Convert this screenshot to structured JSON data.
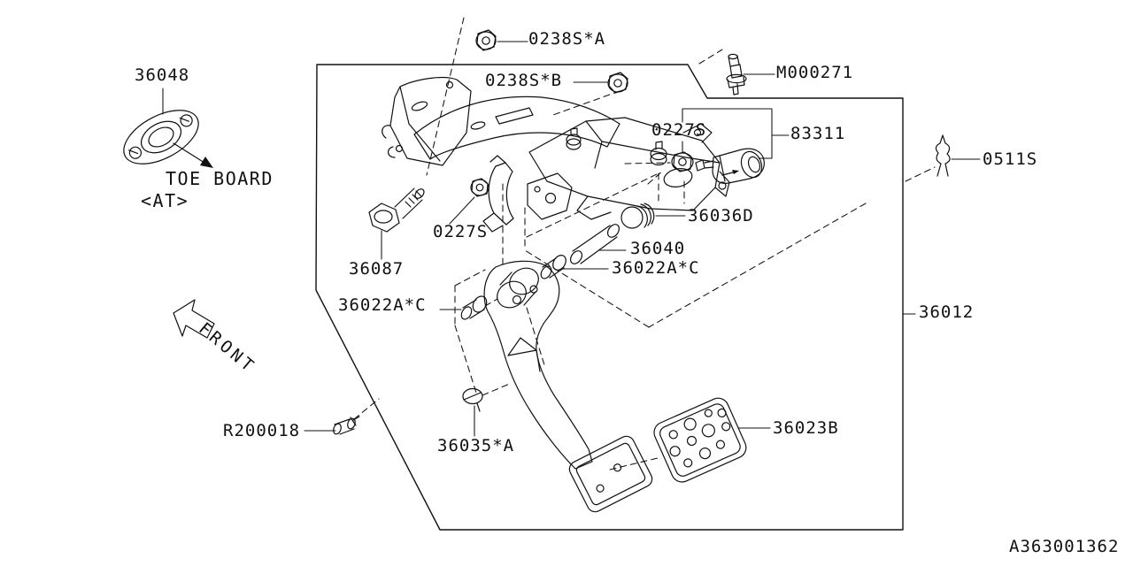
{
  "diagram": {
    "type": "exploded-parts-diagram",
    "subject": "brake pedal system",
    "drawing_code": "A363001362",
    "colors": {
      "line": "#111111",
      "background": "#ffffff"
    },
    "labels": {
      "nut_0238s_a": "0238S*A",
      "nut_0238s_b": "0238S*B",
      "bolt_m000271": "M000271",
      "nut_0227s_right": "0227S",
      "switch_83311": "83311",
      "clip_0511s": "0511S",
      "assembly_36012": "36012",
      "plate_36048": "36048",
      "bolt_36087": "36087",
      "nut_0227s_left": "0227S",
      "cap_36036d": "36036D",
      "spacer_36040": "36040",
      "bushing_36022ac_right": "36022A*C",
      "bushing_36022ac_left": "36022A*C",
      "clip_36035a": "36035*A",
      "pin_r200018": "R200018",
      "pad_36023b": "36023B"
    },
    "annotations": {
      "toe_board": "TOE BOARD",
      "transmission_note": "<AT>",
      "front_direction": "FRONT"
    },
    "icons": [
      "flange-nut-icon",
      "flange-nut-icon",
      "shoulder-bolt-icon",
      "flange-nut-icon",
      "stop-lamp-switch-icon",
      "spring-clip-icon",
      "toe-board-plate-icon",
      "hex-bolt-icon",
      "stopper-cap-icon",
      "spacer-tube-icon",
      "bushing-icon",
      "bushing-icon",
      "clip-icon",
      "spring-pin-icon",
      "pedal-pad-icon",
      "front-arrow-icon"
    ]
  }
}
